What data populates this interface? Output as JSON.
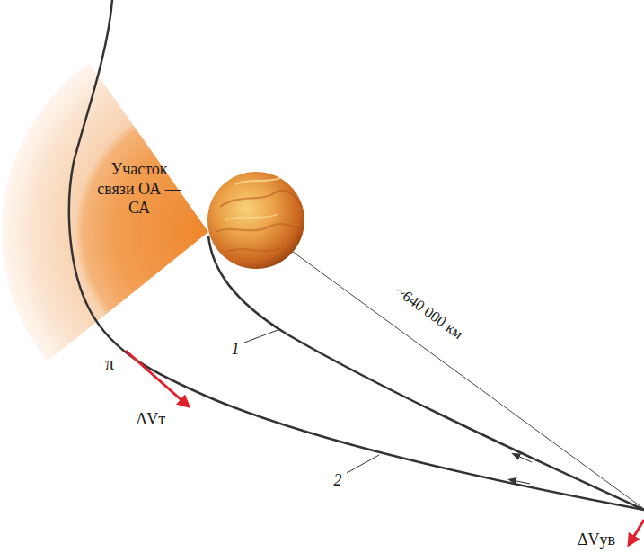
{
  "diagram": {
    "nodes": [
      {
        "text": [
          "Участок связи ОА — СА"
        ]
      }
    ],
    "labels": [
      "π",
      "ΔVт",
      "1",
      "2",
      "~640 000 км",
      "ΔVув"
    ]
  }
}
